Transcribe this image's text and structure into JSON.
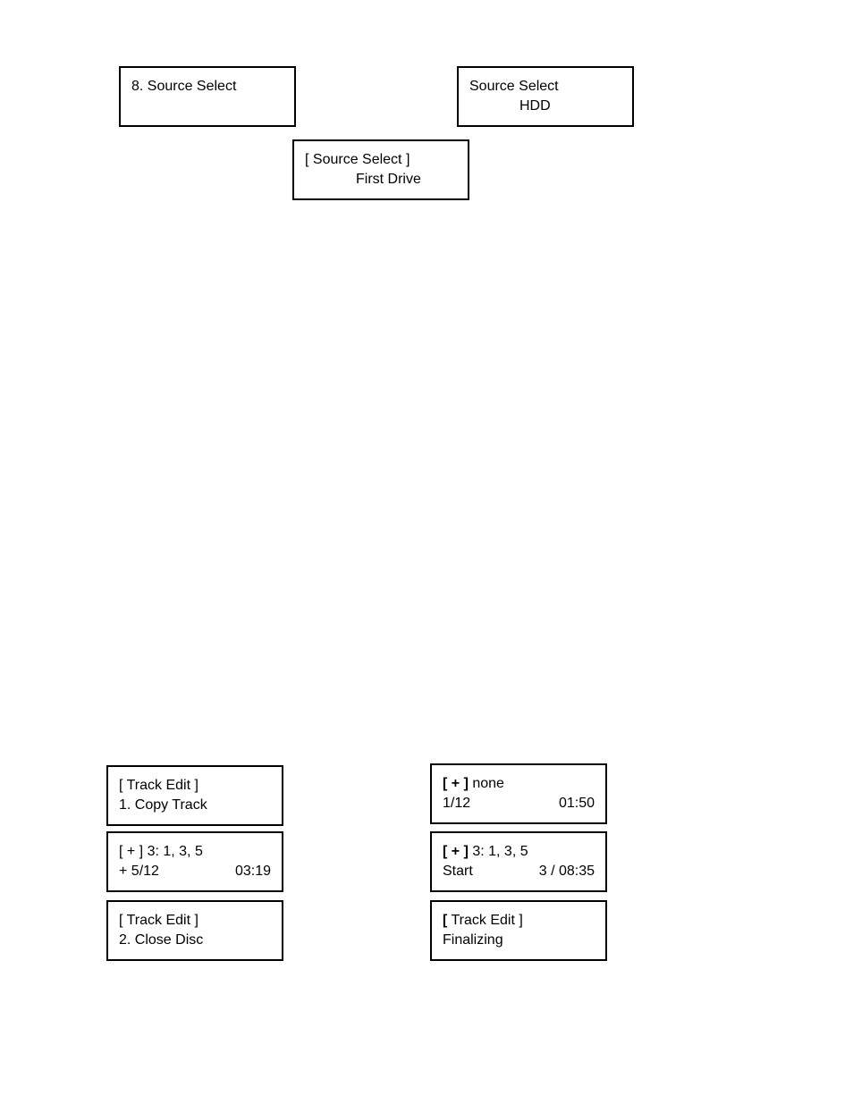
{
  "source_select": {
    "menu": {
      "line1": "8. Source Select",
      "line2": ""
    },
    "setting": {
      "line1": "[ Source Select ]",
      "line2": "First Drive"
    },
    "value": {
      "line1": "Source Select",
      "line2": "HDD"
    }
  },
  "track_edit": {
    "copy_track": {
      "line1": "[ Track Edit ]",
      "line2": "1. Copy Track"
    },
    "none_selected": {
      "line1_prefix": "[ + ]",
      "line1": " none",
      "line2_left": "1/12",
      "line2_right": "01:50"
    },
    "selected_tracks": {
      "line1": "[ + ] 3: 1, 3, 5",
      "line2_left": "+ 5/12",
      "line2_right": "03:19"
    },
    "start": {
      "line1_prefix": "[ + ]",
      "line1": " 3: 1, 3, 5",
      "line2_left": "Start",
      "line2_right": "3 / 08:35"
    },
    "close_disc": {
      "line1": "[ Track Edit ]",
      "line2": "2. Close Disc"
    },
    "finalizing": {
      "line1_prefix": "[",
      "line1": " Track Edit ]",
      "line2": "Finalizing"
    }
  }
}
